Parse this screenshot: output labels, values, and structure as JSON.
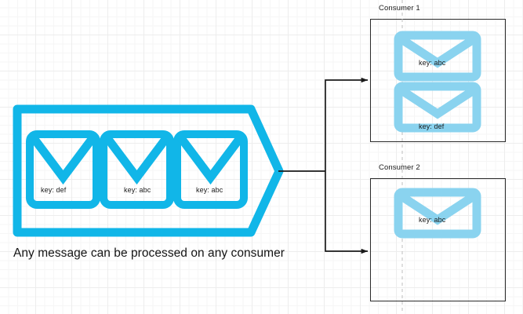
{
  "diagram": {
    "title_caption": "Any message can be processed on any consumer",
    "colors": {
      "bright_blue": "#11B6E8",
      "light_blue": "#8AD3EF",
      "line_black": "#2b2b2b",
      "grid_minor": "#f6f6f6",
      "grid_major": "#ededed",
      "text": "#1a1a1a"
    },
    "topic": {
      "name": "topic-arrow",
      "messages": [
        {
          "key_label": "key: def",
          "icon": "envelope-icon"
        },
        {
          "key_label": "key: abc",
          "icon": "envelope-icon"
        },
        {
          "key_label": "key: abc",
          "icon": "envelope-icon"
        }
      ]
    },
    "connector": {
      "name": "fork-connector",
      "arrow_head": "arrow-head-icon"
    },
    "consumers": [
      {
        "label": "Consumer 1",
        "messages": [
          {
            "key_label": "key: abc",
            "icon": "envelope-icon"
          },
          {
            "key_label": "key: def",
            "icon": "envelope-icon"
          }
        ]
      },
      {
        "label": "Consumer 2",
        "messages": [
          {
            "key_label": "key: abc",
            "icon": "envelope-icon"
          }
        ]
      }
    ]
  }
}
